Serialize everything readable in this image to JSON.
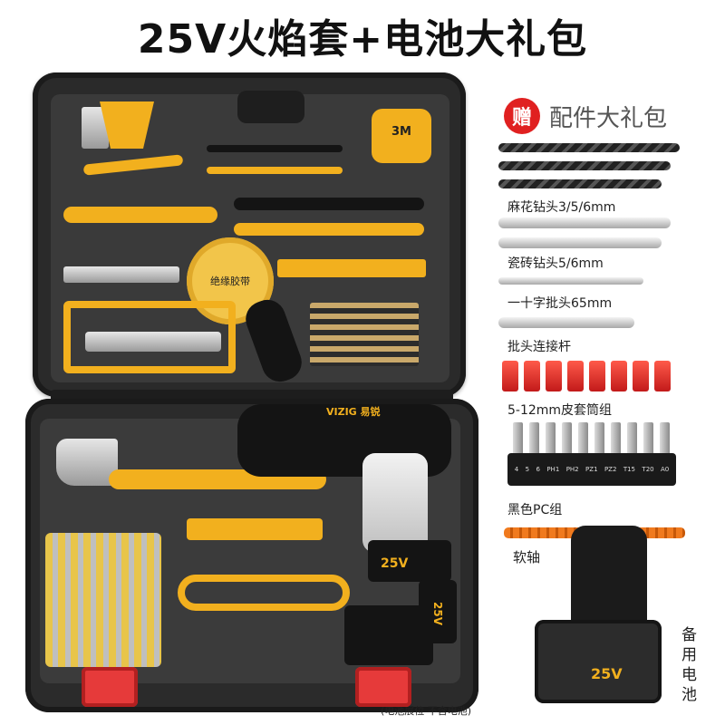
{
  "banner": {
    "title": "25V火焰套+电池大礼包"
  },
  "case": {
    "tape_measure_label": "3M",
    "insulating_tape_label": "绝缘胶带",
    "drill_brand": "VIZIG 易锐",
    "battery_label_1": "25V",
    "battery_label_2": "25V",
    "battery_note": "(电池展位 不含电池)"
  },
  "gift": {
    "badge": "赠",
    "title": "配件大礼包",
    "items": [
      {
        "label": "麻花钻头3/5/6mm",
        "icon": "twist-drill-bit-icon"
      },
      {
        "label": "瓷砖钻头5/6mm",
        "icon": "tile-drill-bit-icon"
      },
      {
        "label": "一十字批头65mm",
        "icon": "screwdriver-bit-icon"
      },
      {
        "label": "批头连接杆",
        "icon": "bit-extension-icon"
      },
      {
        "label": "5-12mm皮套筒组",
        "icon": "socket-set-icon"
      },
      {
        "label": "黑色PC组",
        "icon": "bit-set-icon"
      },
      {
        "label": "软轴",
        "icon": "flex-shaft-icon"
      }
    ],
    "bit_labels": [
      "4",
      "5",
      "6",
      "PH1",
      "PH2",
      "PZ1",
      "PZ2",
      "T15",
      "T20",
      "A0"
    ]
  },
  "spare_battery": {
    "label": "25V",
    "side_text": "备用电池"
  },
  "colors": {
    "case": "#2a2a2a",
    "accent": "#f2b01e",
    "socket_red": "#e02020",
    "flex_shaft": "#f07a1e"
  }
}
